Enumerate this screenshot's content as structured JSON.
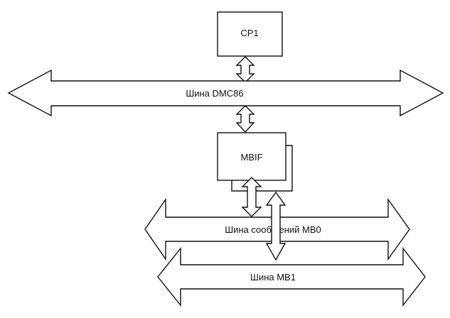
{
  "blocks": {
    "cp1": "CP1",
    "mbif": "MBIF"
  },
  "buses": {
    "dmc86": "Шина DMC86",
    "mb0": "Шина сообщений MB0",
    "mb1": "Шина MB1"
  },
  "colors": {
    "line": "#111111",
    "background": "#ffffff"
  }
}
